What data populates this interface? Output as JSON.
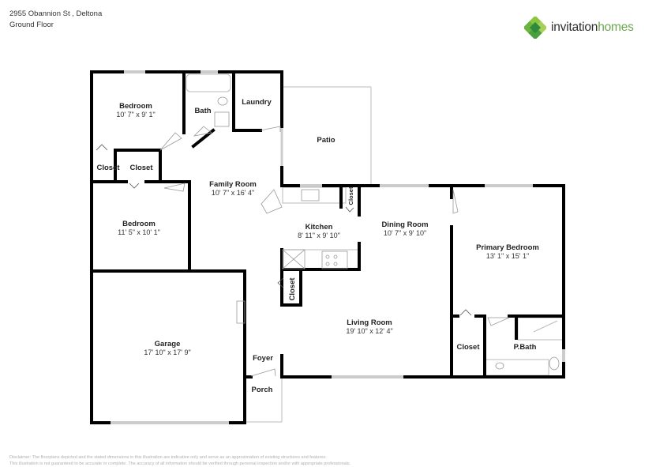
{
  "header": {
    "address": "2955 Obannion St , Deltona",
    "floor": "Ground Floor"
  },
  "logo": {
    "word1": "invitation",
    "word2": "homes",
    "colors": {
      "dark_green": "#2e8b3e",
      "light_green": "#8cc63f",
      "text_dark": "#2d2d2d",
      "text_green": "#6aa84f"
    }
  },
  "rooms": {
    "bedroom1": {
      "name": "Bedroom",
      "dims": "10' 7\" x 9' 1\""
    },
    "bath": {
      "name": "Bath"
    },
    "laundry": {
      "name": "Laundry"
    },
    "patio": {
      "name": "Patio"
    },
    "closet1": {
      "name": "Closet"
    },
    "closet2": {
      "name": "Closet"
    },
    "family_room": {
      "name": "Family Room",
      "dims": "10' 7\" x 16' 4\""
    },
    "kitchen_closet": {
      "name": "Closet"
    },
    "bedroom2": {
      "name": "Bedroom",
      "dims": "11' 5\" x 10' 1\""
    },
    "kitchen": {
      "name": "Kitchen",
      "dims": "8' 11\" x 9' 10\""
    },
    "dining_room": {
      "name": "Dining Room",
      "dims": "10' 7\" x 9' 10\""
    },
    "primary_bedroom": {
      "name": "Primary Bedroom",
      "dims": "13' 1\" x 15' 1\""
    },
    "hall_closet": {
      "name": "Closet"
    },
    "garage": {
      "name": "Garage",
      "dims": "17' 10\" x 17' 9\""
    },
    "living_room": {
      "name": "Living Room",
      "dims": "19' 10\" x 12' 4\""
    },
    "primary_closet": {
      "name": "Closet"
    },
    "primary_bath": {
      "name": "P.Bath"
    },
    "foyer": {
      "name": "Foyer"
    },
    "porch": {
      "name": "Porch"
    }
  },
  "disclaimer": {
    "line1": "Disclaimer: The floorplans depicted and the stated dimensions in this illustration are indicative only and serve as an approximation of existing structures and features.",
    "line2": "This illustration is not guaranteed to be accurate or complete. The accuracy of all information should be verified through personal inspection and/or with appropriate professionals."
  }
}
